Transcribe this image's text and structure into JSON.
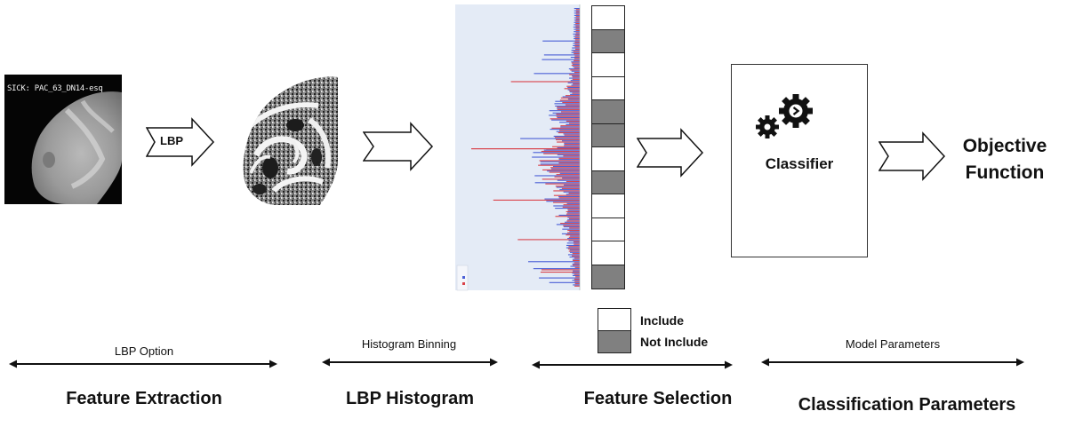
{
  "thermal_image": {
    "caption": "SICK: PAC_63_DN14-esq"
  },
  "arrows": {
    "lbp_label": "LBP"
  },
  "feature_strip": {
    "cells": [
      "include",
      "not-include",
      "include",
      "include",
      "not-include",
      "not-include",
      "include",
      "not-include",
      "include",
      "include",
      "include",
      "not-include"
    ]
  },
  "classifier": {
    "label": "Classifier"
  },
  "objective": {
    "line1": "Objective",
    "line2": "Function"
  },
  "legend": {
    "include_label": "Include",
    "not_include_label": "Not Include"
  },
  "parameters": {
    "lbp_option": "LBP Option",
    "histogram_binning": "Histogram Binning",
    "model_parameters": "Model Parameters"
  },
  "stages": {
    "feature_extraction": "Feature Extraction",
    "lbp_histogram": "LBP Histogram",
    "feature_selection": "Feature Selection",
    "classification_parameters": "Classification Parameters"
  },
  "colors": {
    "hist_background": "#e4ebf6",
    "hist_blue": "#4a5fd6",
    "hist_red": "#d9424a",
    "strip_off": "#808080"
  }
}
